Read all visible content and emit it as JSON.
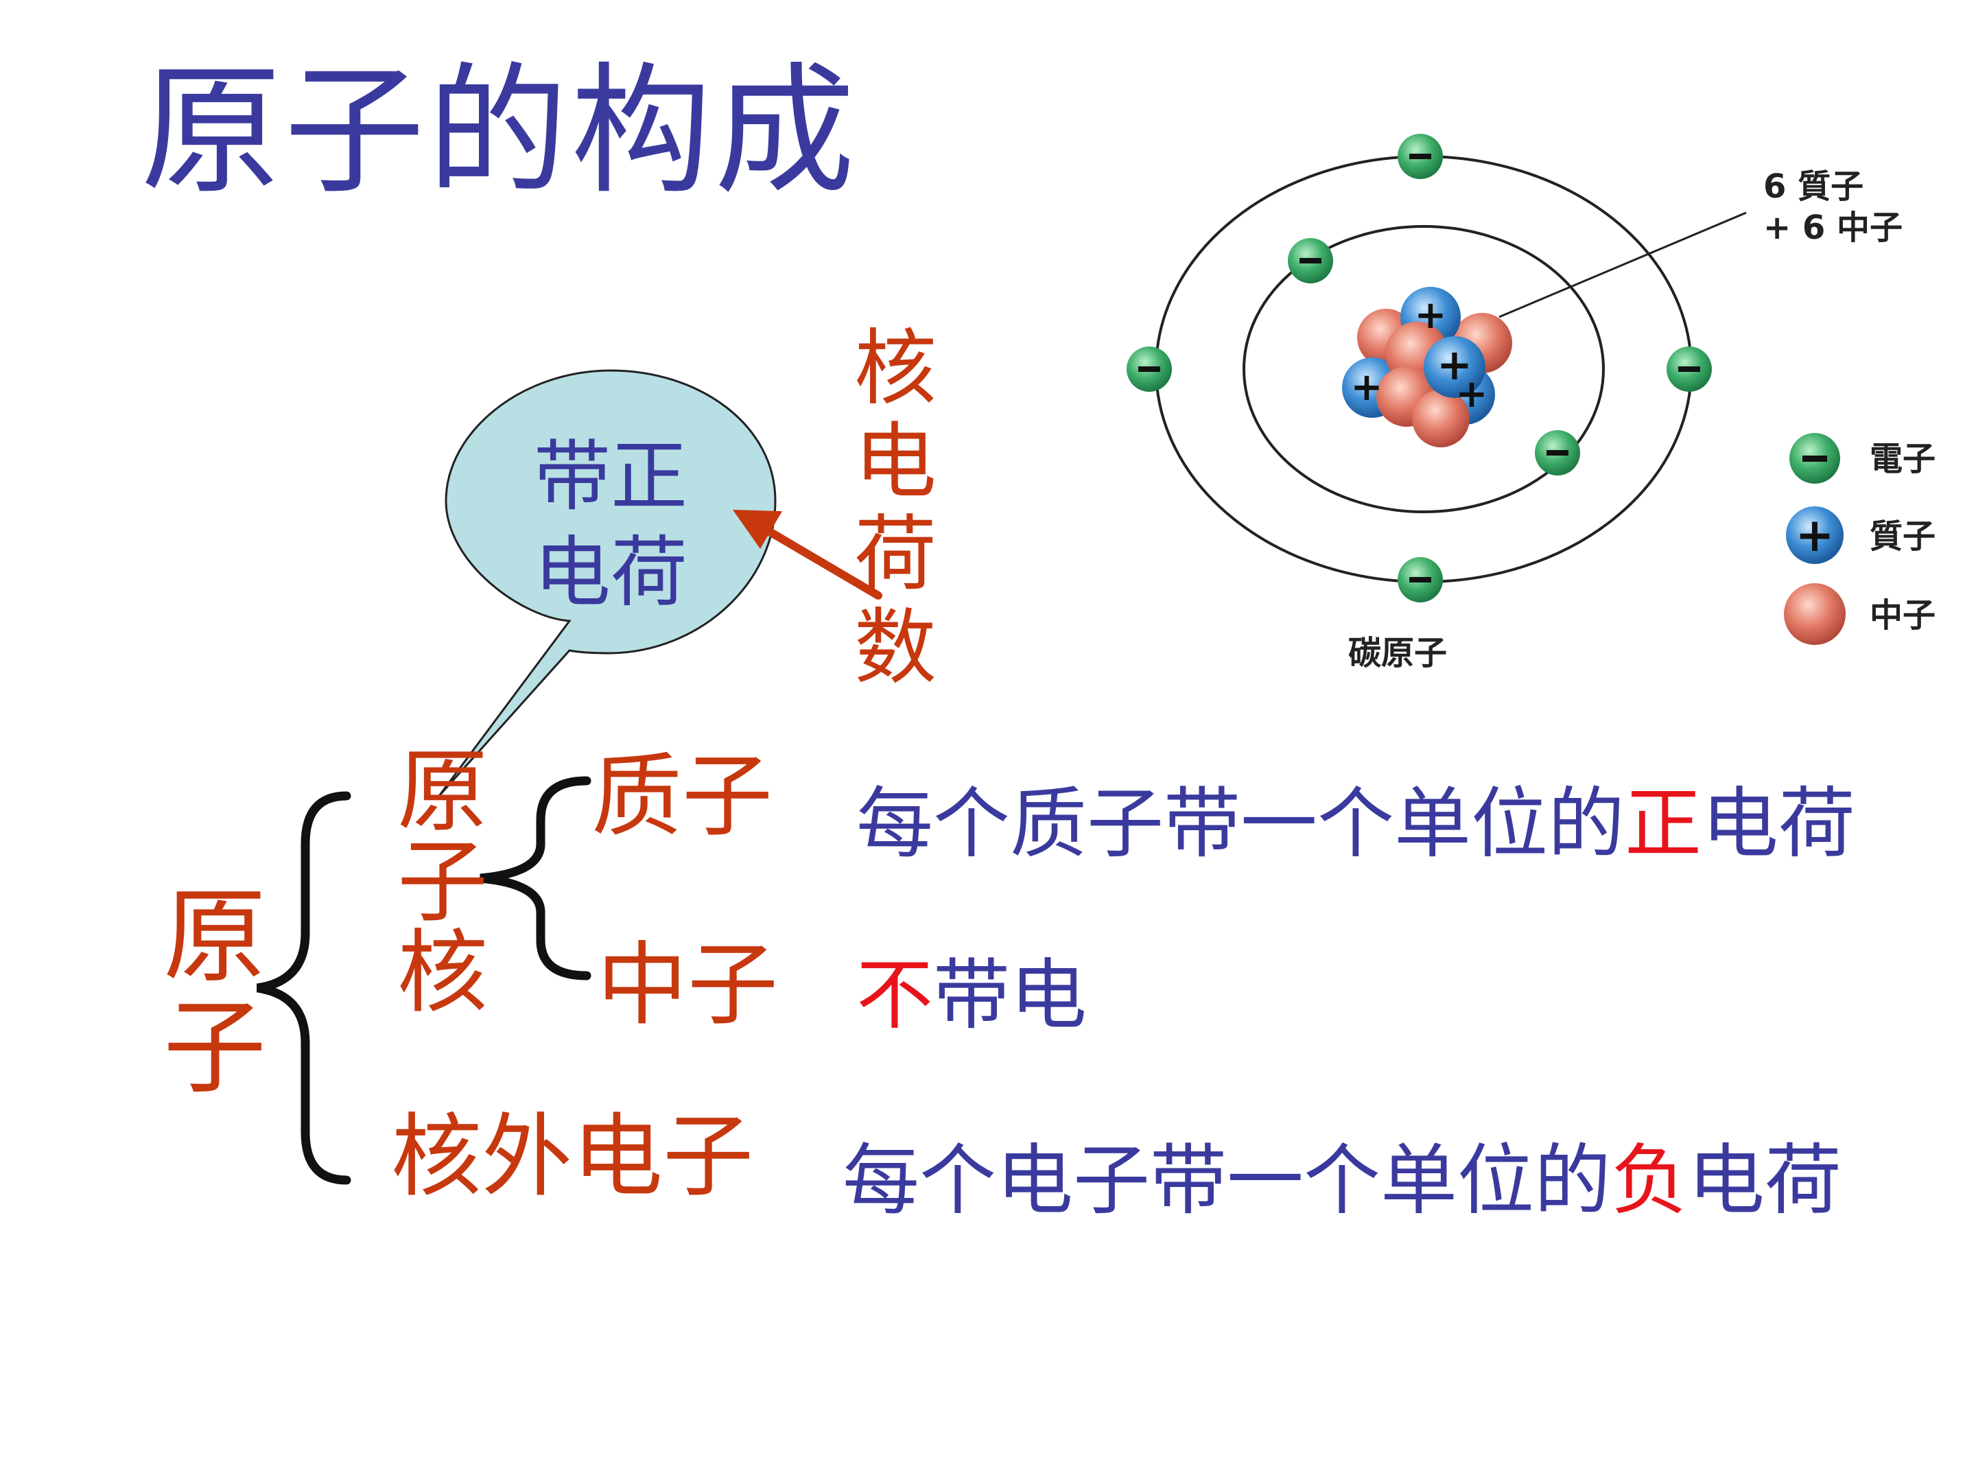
{
  "title": "原子的构成",
  "callout": {
    "line1": "带正",
    "line2": "电荷"
  },
  "nuclear_charge_label": [
    "核",
    "电",
    "荷",
    "数"
  ],
  "atom_label": [
    "原",
    "子"
  ],
  "nucleus_label": [
    "原",
    "子",
    "核"
  ],
  "proton_label": "质子",
  "neutron_label": "中子",
  "electron_label": "核外电子",
  "proton_desc": {
    "pre": "每个质子带一个单位的",
    "emph": "正",
    "post": "电荷"
  },
  "neutron_desc": {
    "emph": "不",
    "post": "带电"
  },
  "electron_desc": {
    "pre": "每个电子带一个单位的",
    "emph": "负",
    "post": "电荷"
  },
  "carbon_diagram": {
    "annotation_line1": "6 質子",
    "annotation_line2": "+ 6 中子",
    "caption": "碳原子",
    "legend": [
      "電子",
      "質子",
      "中子"
    ]
  },
  "colors": {
    "title": "#3a3a9e",
    "orange": "#c7380f",
    "emphasis": "#e8141b",
    "bubble": "#b8e0e4",
    "arrow": "#c7380f"
  }
}
